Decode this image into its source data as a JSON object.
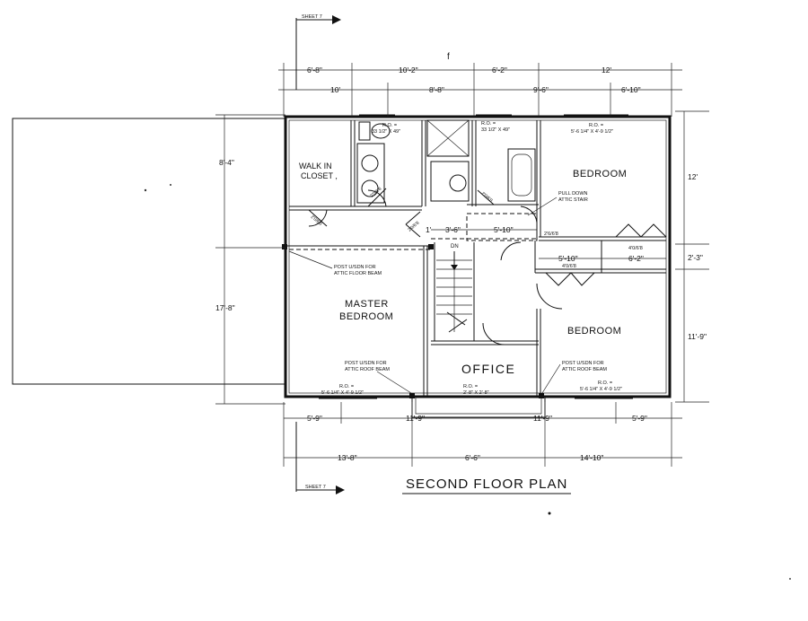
{
  "title": "SECOND FLOOR PLAN",
  "section_labels": [
    "SHEET 7",
    "SHEET 7"
  ],
  "stray_mark": "f",
  "rooms": {
    "walk_in": [
      "WALK IN",
      "CLOSET ,"
    ],
    "bedroom_ne": "BEDROOM",
    "master": [
      "MASTER",
      "BEDROOM"
    ],
    "bedroom_se": "BEDROOM",
    "office": "OFFICE"
  },
  "stair_label": "DN",
  "notes": {
    "post_master": [
      "POST U/SDN FOR",
      "ATTIC FLOOR BEAM"
    ],
    "post_master_low": [
      "POST U/SDN FOR",
      "ATTIC ROOF BEAM"
    ],
    "post_bed": [
      "POST U/SDN FOR",
      "ATTIC ROOF BEAM"
    ],
    "pull_down": [
      "PULL DOWN",
      "ATTIC STAIR"
    ]
  },
  "rough_openings": {
    "bath1": [
      "R.O. =",
      "33 1/2\" X 49\""
    ],
    "bath2": [
      "R.O. =",
      "33 1/2\" X 49\""
    ],
    "bed_ne": [
      "R.O. =",
      "5'-6 1/4\" X 4'-9 1/2\""
    ],
    "master": [
      "R.O. =",
      "5'-6 1/4\" X 4'-9 1/2\""
    ],
    "office": [
      "R.O. =",
      "2'-8\" X 2'-8\""
    ],
    "bed_se": [
      "R.O. =",
      "5'-6 1/4\" X 4'-9 1/2\""
    ]
  },
  "door_tags": [
    "2'0/6'8",
    "2'0/6'8",
    "2'0/6'8",
    "2'0/6'8",
    "2'6/6'8",
    "4'0/6'8",
    "4'0/6'8"
  ],
  "dims_top_1": [
    "6'-8\"",
    "10'-2\"",
    "6'-2\"",
    "12'"
  ],
  "dims_top_2": [
    "10'",
    "8'-8\"",
    "9'-6\"",
    "6'-10\""
  ],
  "dims_left": [
    "8'-4\"",
    "17'-8\""
  ],
  "dims_right": [
    "12'",
    "2'-3\"",
    "11'-9\""
  ],
  "dims_bottom_1": [
    "5'-9\"",
    "11'-9\"",
    "11'-9\"",
    "5'-9\""
  ],
  "dims_bottom_2": [
    "13'-8\"",
    "6'-6\"",
    "14'-10\""
  ],
  "dims_interior": [
    "1'",
    "3'-6\"",
    "5'-10\"",
    "5'-10\"",
    "6'-2\""
  ]
}
